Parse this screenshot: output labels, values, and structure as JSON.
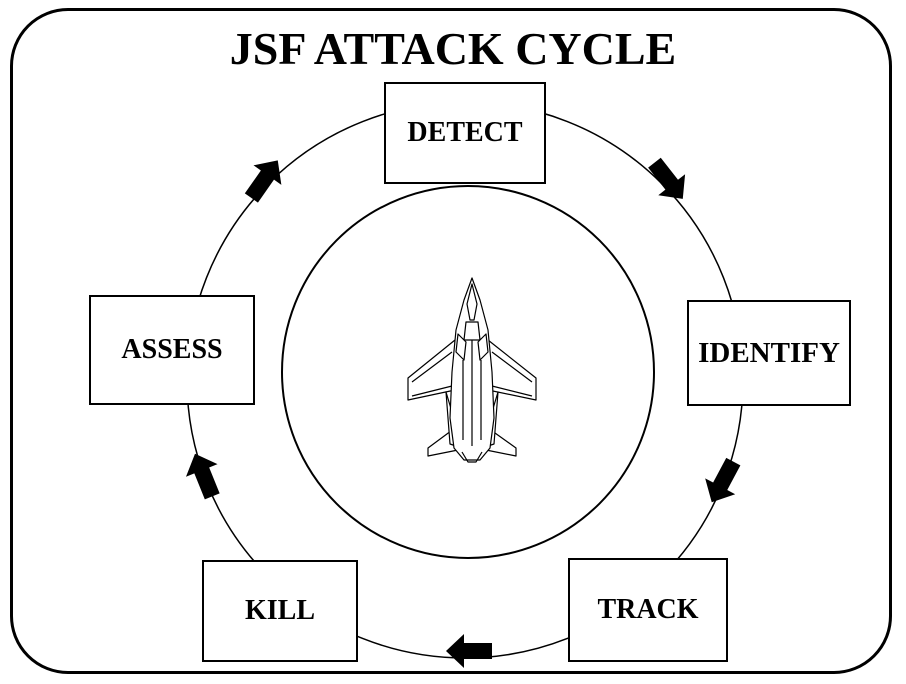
{
  "title": "JSF ATTACK CYCLE",
  "stages": {
    "detect": "DETECT",
    "identify": "IDENTIFY",
    "track": "TRACK",
    "kill": "KILL",
    "assess": "ASSESS"
  },
  "center_icon": "fighter-jet-icon"
}
